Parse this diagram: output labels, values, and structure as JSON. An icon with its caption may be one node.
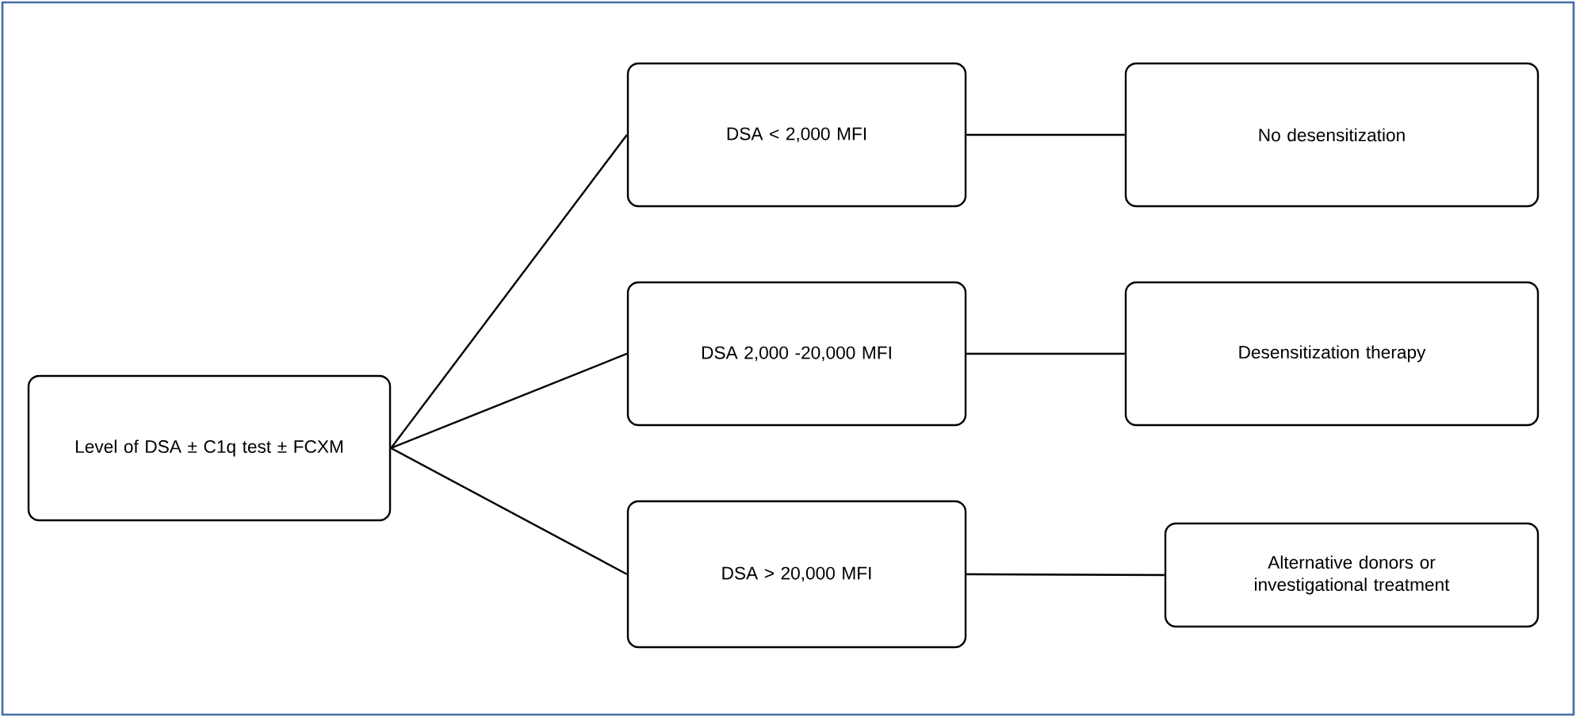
{
  "diagram": {
    "nodes": [
      {
        "text": [
          "Level of DSA ± C1q test ± FCXM"
        ]
      },
      {
        "text": [
          "DSA  < 2,000 MFI"
        ]
      },
      {
        "text": [
          "DSA 2,000 -20,000 MFI"
        ]
      },
      {
        "text": [
          "DSA > 20,000 MFI"
        ]
      },
      {
        "text": [
          "No desensitization"
        ]
      },
      {
        "text": [
          "Desensitization therapy"
        ]
      },
      {
        "text": [
          "Alternative donors or investigational treatment"
        ]
      }
    ],
    "edges": [
      {
        "from": 0,
        "to": 1,
        "arrow": "none"
      },
      {
        "from": 0,
        "to": 2,
        "arrow": "none"
      },
      {
        "from": 0,
        "to": 3,
        "arrow": "none"
      },
      {
        "from": 1,
        "to": 4,
        "arrow": "none"
      },
      {
        "from": 2,
        "to": 5,
        "arrow": "none"
      },
      {
        "from": 3,
        "to": 6,
        "arrow": "none"
      }
    ]
  }
}
